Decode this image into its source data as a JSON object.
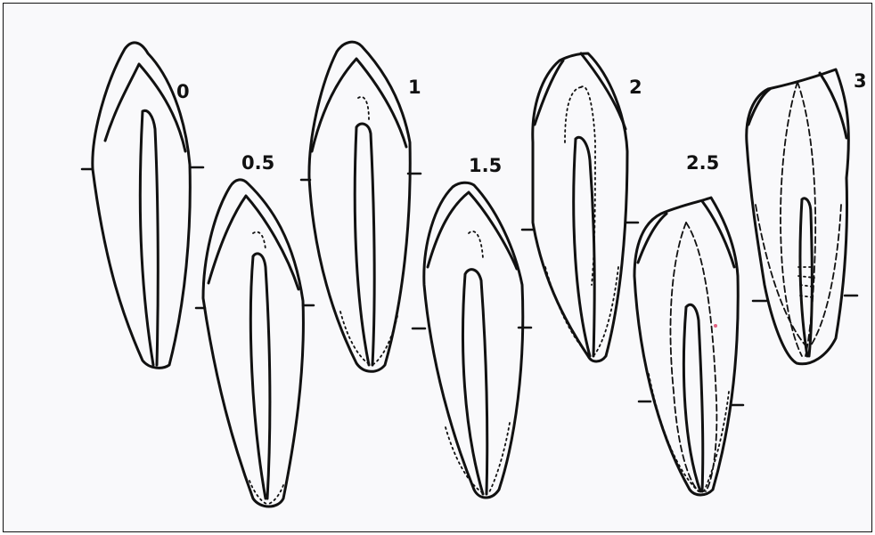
{
  "figure": {
    "stages": [
      {
        "label": "0"
      },
      {
        "label": "0.5"
      },
      {
        "label": "1"
      },
      {
        "label": "1.5"
      },
      {
        "label": "2"
      },
      {
        "label": "2.5"
      },
      {
        "label": "3"
      }
    ]
  }
}
